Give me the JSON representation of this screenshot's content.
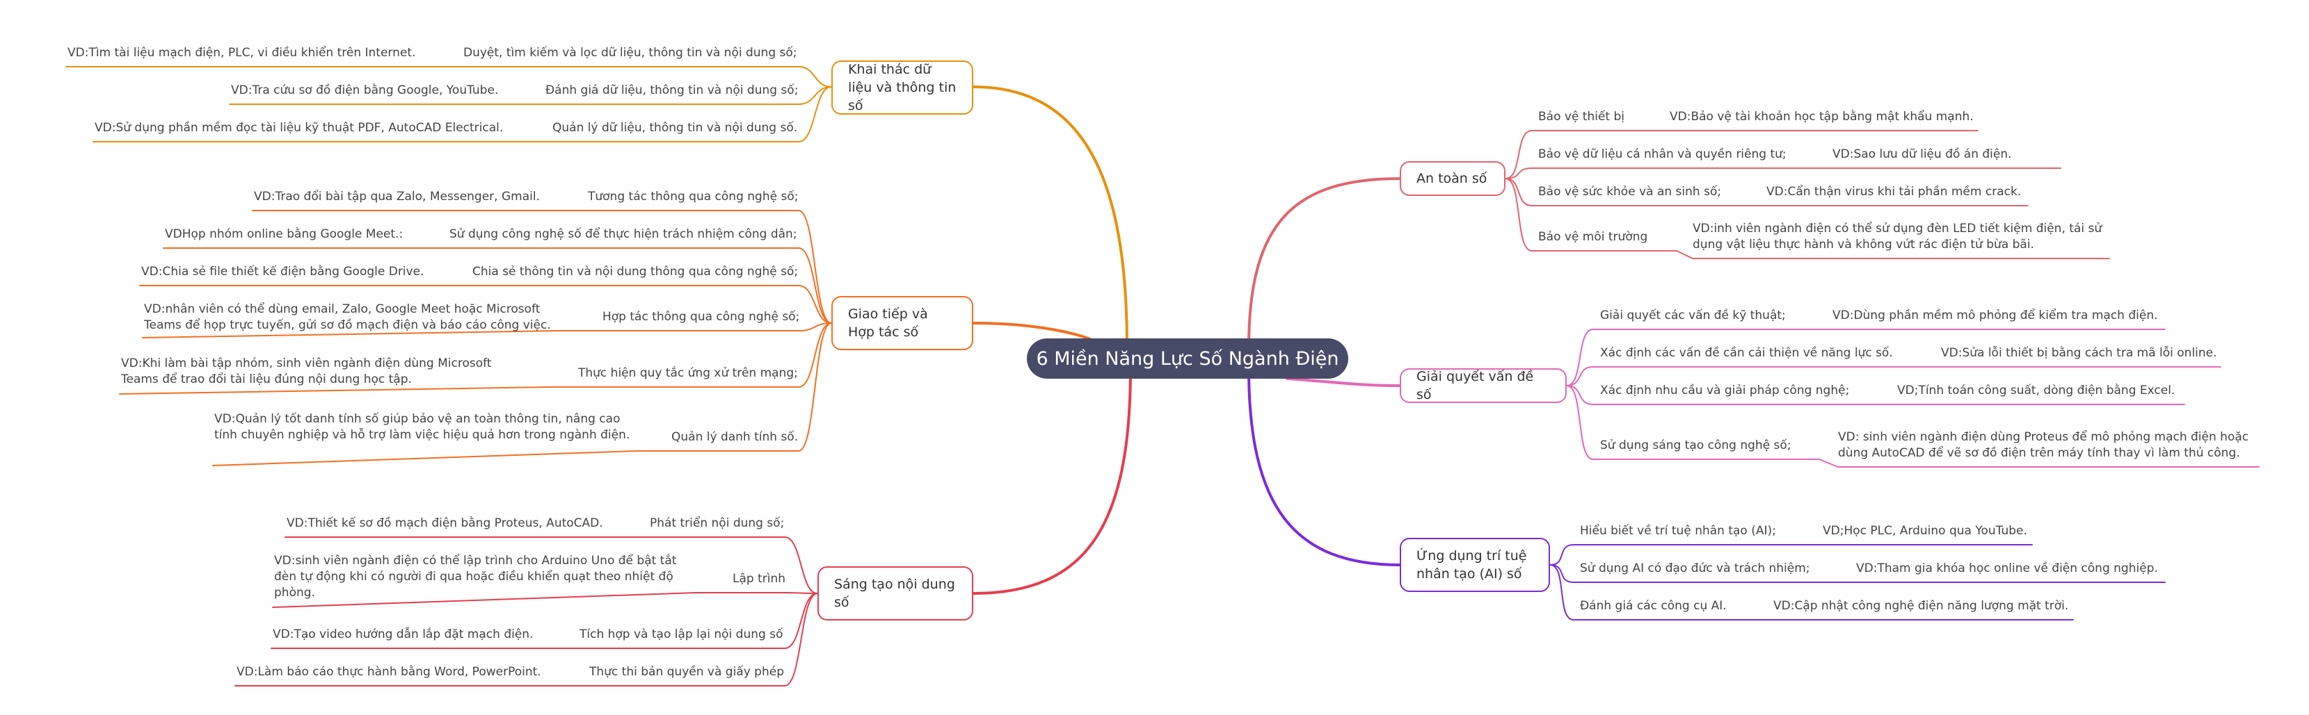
{
  "root": {
    "label": "6 Miền Năng Lực Số Ngành Điện"
  },
  "colors": {
    "khai_thac": "#e8900c",
    "giao_tiep": "#f27022",
    "sang_tao": "#e53d4e",
    "an_toan": "#e0656e",
    "giai_quyet": "#e467b8",
    "ung_dung_ai": "#7c2bdd"
  },
  "branches": {
    "khai_thac": {
      "label": "Khai thác dữ liệu và thông tin số",
      "items": [
        {
          "topic": "Duyệt, tìm kiếm và lọc dữ liệu, thông tin và nội dung số;",
          "example": "VD:Tìm tài liệu mạch điện, PLC, vi điều khiển trên Internet."
        },
        {
          "topic": "Đánh giá dữ liệu, thông tin và nội dung số;",
          "example": "VD:Tra cứu sơ đồ điện bằng Google, YouTube."
        },
        {
          "topic": "Quản lý dữ liệu, thông tin và nội dung số.",
          "example": "VD:Sử dụng phần mềm đọc tài liệu kỹ thuật PDF, AutoCAD Electrical."
        }
      ]
    },
    "giao_tiep": {
      "label": "Giao tiếp và Hợp tác số",
      "items": [
        {
          "topic": "Tương tác thông qua công nghệ số;",
          "example": "VD:Trao đổi bài tập qua Zalo, Messenger, Gmail."
        },
        {
          "topic": "Sử dụng công nghệ số để thực hiện trách nhiệm công dân;",
          "example": "VDHọp nhóm online bằng Google Meet.:"
        },
        {
          "topic": "Chia sẻ thông tin và nội dung thông qua công nghệ số;",
          "example": "VD:Chia sẻ file thiết kế điện bằng Google Drive."
        },
        {
          "topic": "Hợp tác thông qua công nghệ số;",
          "example": "VD:nhân viên có thể dùng email, Zalo, Google Meet hoặc Microsoft Teams để họp trực tuyến, gửi sơ đồ mạch điện và báo cáo công việc."
        },
        {
          "topic": "Thực hiện quy tắc ứng xử trên mạng;",
          "example": "VD:Khi làm bài tập nhóm, sinh viên ngành điện dùng Microsoft Teams để trao đổi tài liệu đúng nội dung học tập."
        },
        {
          "topic": "Quản lý danh tính số.",
          "example": "VD:Quản lý tốt danh tính số giúp bảo vệ an toàn thông tin, nâng cao tính chuyên nghiệp và hỗ trợ làm việc hiệu quả hơn trong ngành điện."
        }
      ]
    },
    "sang_tao": {
      "label": "Sáng tạo nội dung số",
      "items": [
        {
          "topic": "Phát triển nội dung số;",
          "example": "VD:Thiết kế sơ đồ mạch điện bằng Proteus, AutoCAD."
        },
        {
          "topic": "Lập trình",
          "example": "VD:sinh viên ngành điện có thể lập trình cho Arduino Uno để bật tắt đèn tự động khi có người đi qua hoặc điều khiển quạt theo nhiệt độ phòng."
        },
        {
          "topic": "Tích hợp và tạo lập lại nội dung số",
          "example": "VD:Tạo video hướng dẫn lắp đặt mạch điện."
        },
        {
          "topic": "Thực thi bản quyền và giấy phép",
          "example": "VD:Làm báo cáo thực hành bằng Word, PowerPoint."
        }
      ]
    },
    "an_toan": {
      "label": "An toàn số",
      "items": [
        {
          "topic": "Bảo vệ thiết bị",
          "example": "VD:Bảo vệ tài khoản học tập bằng mật khẩu mạnh."
        },
        {
          "topic": "Bảo vệ dữ liệu cá nhân và quyền riêng tư;",
          "example": "VD:Sao lưu dữ liệu đồ án điện."
        },
        {
          "topic": "Bảo vệ sức khỏe và an sinh số;",
          "example": "VD:Cẩn thận virus khi tải phần mềm crack."
        },
        {
          "topic": "Bảo vệ môi trường",
          "example": "VD:inh viên ngành điện có thể sử dụng đèn LED tiết kiệm điện, tái sử dụng vật liệu thực hành và không vứt rác điện tử bừa bãi."
        }
      ]
    },
    "giai_quyet": {
      "label": "Giải quyết vấn đề số",
      "items": [
        {
          "topic": "Giải quyết các vấn đề kỹ thuật;",
          "example": "VD:Dùng phần mềm mô phỏng để kiểm tra mạch điện."
        },
        {
          "topic": "Xác định các vấn đề cần cải thiện về năng lực số.",
          "example": "VD:Sửa lỗi thiết bị bằng cách tra mã lỗi online."
        },
        {
          "topic": "Xác định nhu cầu và giải pháp công nghệ;",
          "example": "VD;Tính toán công suất, dòng điện bằng Excel."
        },
        {
          "topic": "Sử dụng sáng tạo công nghệ số;",
          "example": "VD: sinh viên ngành điện dùng Proteus để mô phỏng mạch điện hoặc dùng AutoCAD để vẽ sơ đồ điện trên máy tính thay vì làm thủ công."
        }
      ]
    },
    "ung_dung_ai": {
      "label": "Ứng dụng trí tuệ nhân tạo (AI) số",
      "items": [
        {
          "topic": "Hiểu biết về trí tuệ nhân tạo (AI);",
          "example": "VD;Học PLC, Arduino qua YouTube."
        },
        {
          "topic": "Sử dụng AI có đạo đức và trách nhiệm;",
          "example": "VD:Tham gia khóa học online về điện công nghiệp."
        },
        {
          "topic": "Đánh giá các công cụ AI.",
          "example": "VD:Cập nhật công nghệ điện năng lượng mặt trời."
        }
      ]
    }
  }
}
